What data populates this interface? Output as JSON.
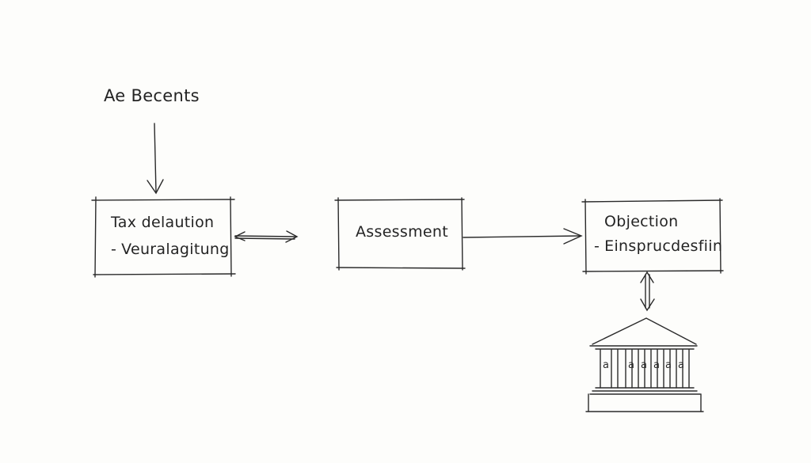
{
  "diagram": {
    "source": {
      "label": "Ae  Becents"
    },
    "nodes": [
      {
        "id": "tax",
        "title": "Tax delaution",
        "subtitle": "Veuralagitung"
      },
      {
        "id": "assessment",
        "title": "Assessment"
      },
      {
        "id": "objection",
        "title": "Objection",
        "subtitle": "Einsprucdesfiin"
      }
    ],
    "court": {
      "icon": "courthouse-icon",
      "column_marks": [
        "a",
        "a",
        "a",
        "a",
        "a",
        "a"
      ]
    },
    "edges": [
      {
        "from": "source",
        "to": "tax",
        "direction": "forward"
      },
      {
        "from": "tax",
        "to": "assessment",
        "direction": "both"
      },
      {
        "from": "assessment",
        "to": "objection",
        "direction": "forward"
      },
      {
        "from": "objection",
        "to": "court",
        "direction": "both"
      }
    ],
    "subtitle_prefix": "-"
  },
  "colors": {
    "ink": "#242424",
    "paper": "#fdfdfb"
  }
}
